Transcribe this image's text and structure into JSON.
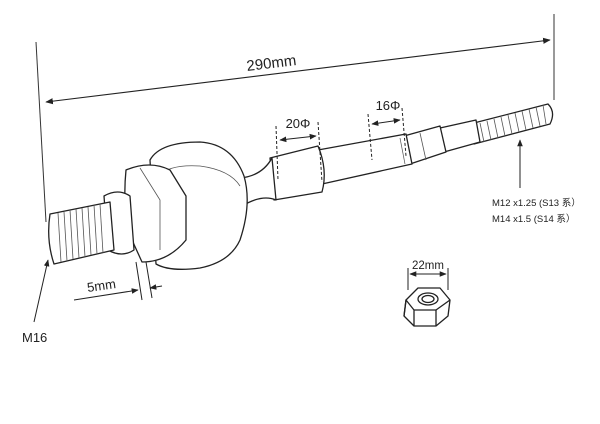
{
  "dimensions": {
    "overall_length": "290mm",
    "shaft_diameter_a": "20Φ",
    "shaft_diameter_b": "16Φ",
    "gap_width": "5mm",
    "nut_width": "22mm"
  },
  "threads": {
    "left_end": "M16",
    "right_end_s13": "M12 x1.25 (S13 系）",
    "right_end_s14": "M14 x1.5 (S14 系）"
  }
}
